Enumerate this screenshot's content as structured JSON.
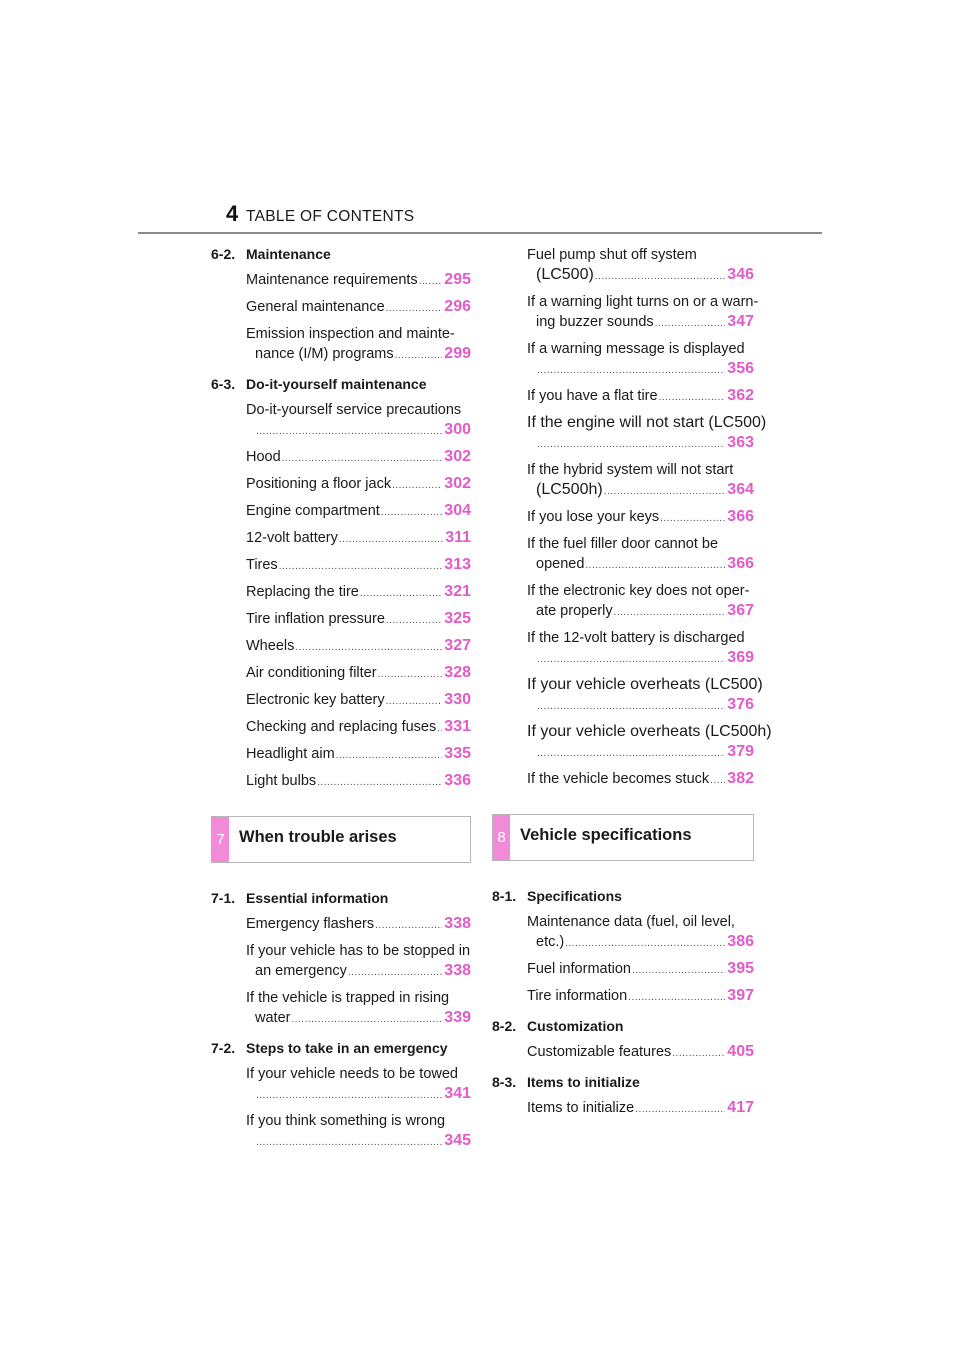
{
  "header": {
    "page_number": "4",
    "title": "TABLE OF CONTENTS"
  },
  "left": {
    "sec_6_2": {
      "num": "6-2.",
      "title": "Maintenance"
    },
    "e1": {
      "text": "Maintenance requirements",
      "page": "295"
    },
    "e2": {
      "text": "General maintenance",
      "page": "296"
    },
    "e3": {
      "line1": "Emission inspection and mainte-",
      "line2": "nance (I/M) programs",
      "page": "299"
    },
    "sec_6_3": {
      "num": "6-3.",
      "title": "Do-it-yourself maintenance"
    },
    "e4": {
      "line1": "Do-it-yourself service precautions",
      "page": "300"
    },
    "e5": {
      "text": "Hood",
      "page": "302"
    },
    "e6": {
      "text": "Positioning a floor jack",
      "page": "302"
    },
    "e7": {
      "text": "Engine compartment",
      "page": "304"
    },
    "e8": {
      "text": "12-volt battery",
      "page": "311"
    },
    "e9": {
      "text": "Tires",
      "page": "313"
    },
    "e10": {
      "text": "Replacing the tire",
      "page": "321"
    },
    "e11": {
      "text": "Tire inflation pressure",
      "page": "325"
    },
    "e12": {
      "text": "Wheels",
      "page": "327"
    },
    "e13": {
      "text": "Air conditioning filter",
      "page": "328"
    },
    "e14": {
      "text": "Electronic key battery",
      "page": "330"
    },
    "e15": {
      "text": "Checking and replacing fuses",
      "page": "331"
    },
    "e16": {
      "text": "Headlight aim",
      "page": "335"
    },
    "e17": {
      "text": "Light bulbs",
      "page": "336"
    },
    "chapter7": {
      "num": "7",
      "title": "When trouble arises"
    },
    "sec_7_1": {
      "num": "7-1.",
      "title": "Essential information"
    },
    "e18": {
      "text": "Emergency flashers",
      "page": "338"
    },
    "e19": {
      "line1": "If your vehicle has to be stopped in",
      "line2": "an emergency",
      "page": "338"
    },
    "e20": {
      "line1": "If the vehicle is trapped in rising",
      "line2": "water",
      "page": "339"
    },
    "sec_7_2": {
      "num": "7-2.",
      "title": "Steps to take in an emergency"
    },
    "e21": {
      "line1": "If your vehicle needs to be towed",
      "page": "341"
    },
    "e22": {
      "line1": "If you think something is wrong",
      "page": "345"
    }
  },
  "right": {
    "r1": {
      "line1": "Fuel pump shut off system",
      "line2": "(LC500)",
      "page": "346"
    },
    "r2": {
      "line1": "If a warning light turns on or a warn-",
      "line2": "ing buzzer sounds",
      "page": "347"
    },
    "r3": {
      "line1": "If a warning message is displayed",
      "page": "356"
    },
    "r4": {
      "text": "If you have a flat tire",
      "page": "362"
    },
    "r5": {
      "line1": "If the engine will not start (LC500)",
      "page": "363"
    },
    "r6": {
      "line1": "If the hybrid system will not start",
      "line2": "(LC500h)",
      "page": "364"
    },
    "r7": {
      "text": "If you lose your keys",
      "page": "366"
    },
    "r8": {
      "line1": "If the fuel filler door cannot be",
      "line2": "opened",
      "page": "366"
    },
    "r9": {
      "line1": "If the electronic key does not oper-",
      "line2": "ate properly",
      "page": "367"
    },
    "r10": {
      "line1": "If the 12-volt battery is discharged",
      "page": "369"
    },
    "r11": {
      "line1": "If your vehicle overheats (LC500)",
      "page": "376"
    },
    "r12": {
      "line1": "If your vehicle overheats (LC500h)",
      "page": "379"
    },
    "r13": {
      "text": "If the vehicle becomes stuck",
      "page": "382"
    },
    "chapter8": {
      "num": "8",
      "title": "Vehicle specifications"
    },
    "sec_8_1": {
      "num": "8-1.",
      "title": "Specifications"
    },
    "r14": {
      "line1": "Maintenance data (fuel, oil level,",
      "line2": "etc.)",
      "page": "386"
    },
    "r15": {
      "text": "Fuel information",
      "page": "395"
    },
    "r16": {
      "text": "Tire information",
      "page": "397"
    },
    "sec_8_2": {
      "num": "8-2.",
      "title": "Customization"
    },
    "r17": {
      "text": "Customizable features",
      "page": "405"
    },
    "sec_8_3": {
      "num": "8-3.",
      "title": "Items to initialize"
    },
    "r18": {
      "text": "Items to initialize",
      "page": "417"
    }
  },
  "colors": {
    "accent_pink": "#f08ad9",
    "page_number_pink": "#e25bc9",
    "rule_gray": "#8c8c8c"
  }
}
